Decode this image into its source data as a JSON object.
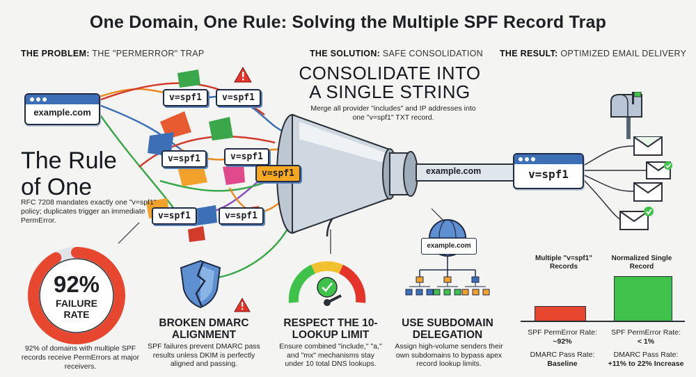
{
  "title": "One Domain, One Rule: Solving the Multiple SPF Record Trap",
  "sections": {
    "problem": {
      "label": "THE PROBLEM:",
      "text": "THE \"PERMERROR\" TRAP"
    },
    "solution": {
      "label": "THE SOLUTION:",
      "text": "SAFE CONSOLIDATION"
    },
    "result": {
      "label": "THE RESULT:",
      "text": "OPTIMIZED EMAIL DELIVERY"
    }
  },
  "domain": "example.com",
  "spf_tag": "v=spf1",
  "rule_of_one": {
    "title": "The Rule of One",
    "desc": "RFC 7208 mandates exactly one \"v=spf1\" policy; duplicates trigger an immediate PermError."
  },
  "failure": {
    "percent_text": "92%",
    "value": 0.92,
    "label": "FAILURE RATE",
    "desc": "92% of domains with multiple SPF records receive PermErrors at major receivers."
  },
  "consolidate": {
    "title": "CONSOLIDATE INTO A SINGLE STRING",
    "desc": "Merge all provider \"includes\" and IP addresses into one \"v=spf1\" TXT record."
  },
  "dmarc": {
    "title": "BROKEN DMARC ALIGNMENT",
    "desc": "SPF failures prevent DMARC pass results unless DKIM is perfectly aligned and passing."
  },
  "lookup": {
    "title": "RESPECT THE 10-LOOKUP LIMIT",
    "desc": "Ensure combined \"include,\" \"a,\" and \"mx\" mechanisms stay under 10 total DNS lookups."
  },
  "subdomain": {
    "title": "USE SUBDOMAIN DELEGATION",
    "desc": "Assign high-volume senders their own subdomains to bypass apex record lookup limits."
  },
  "comparison": {
    "multiple": {
      "label": "Multiple \"v=spf1\" Records",
      "permerror_label": "SPF PermError Rate:",
      "permerror_value": "~92%",
      "dmarc_label": "DMARC Pass Rate:",
      "dmarc_value": "Baseline",
      "color": "#e8472f"
    },
    "normalized": {
      "label": "Normalized Single Record",
      "permerror_label": "SPF PermError Rate:",
      "permerror_value": "< 1%",
      "dmarc_label": "DMARC Pass Rate:",
      "dmarc_value": "+11% to 22% Increase",
      "color": "#3ec24a"
    }
  },
  "icons": [
    "warning-icon",
    "shield-broken-icon",
    "gauge-icon",
    "globe-icon",
    "mailbox-icon",
    "envelope-icon",
    "check-icon",
    "funnel-icon"
  ],
  "colors": {
    "accent_blue": "#3d6fb6",
    "warn_red": "#e5342a",
    "tag_orange": "#f7a823",
    "success_green": "#3ec24a"
  }
}
